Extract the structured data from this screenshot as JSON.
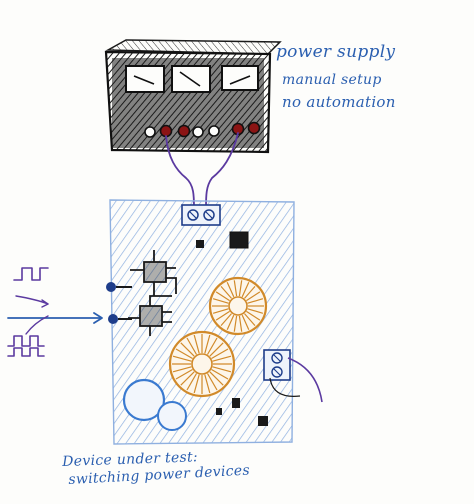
{
  "power_supply": {
    "label_line1": "power supply",
    "label_line2": "manual setup",
    "label_line3": "no automation",
    "meters": [
      "meter-1",
      "meter-2",
      "meter-3"
    ],
    "terminal_colors": [
      "#7a1010",
      "#ffffff",
      "#7a1010",
      "#ffffff",
      "#7a1010",
      "#7a1010"
    ]
  },
  "device_under_test": {
    "label_line1": "Device under test:",
    "label_line2": "switching power devices"
  },
  "inputs": {
    "signal_1": "square-wave-signal",
    "signal_2": "complementary-square-wave-signal"
  },
  "colors": {
    "ink_black": "#1a1a1a",
    "ink_blue": "#2b5fb0",
    "ink_purple": "#5b3aa0",
    "board_hatch": "#8fb0e0",
    "coil_orange": "#d18a2a",
    "coil_blue": "#3a7ad0",
    "terminal_red": "#8b1414"
  }
}
